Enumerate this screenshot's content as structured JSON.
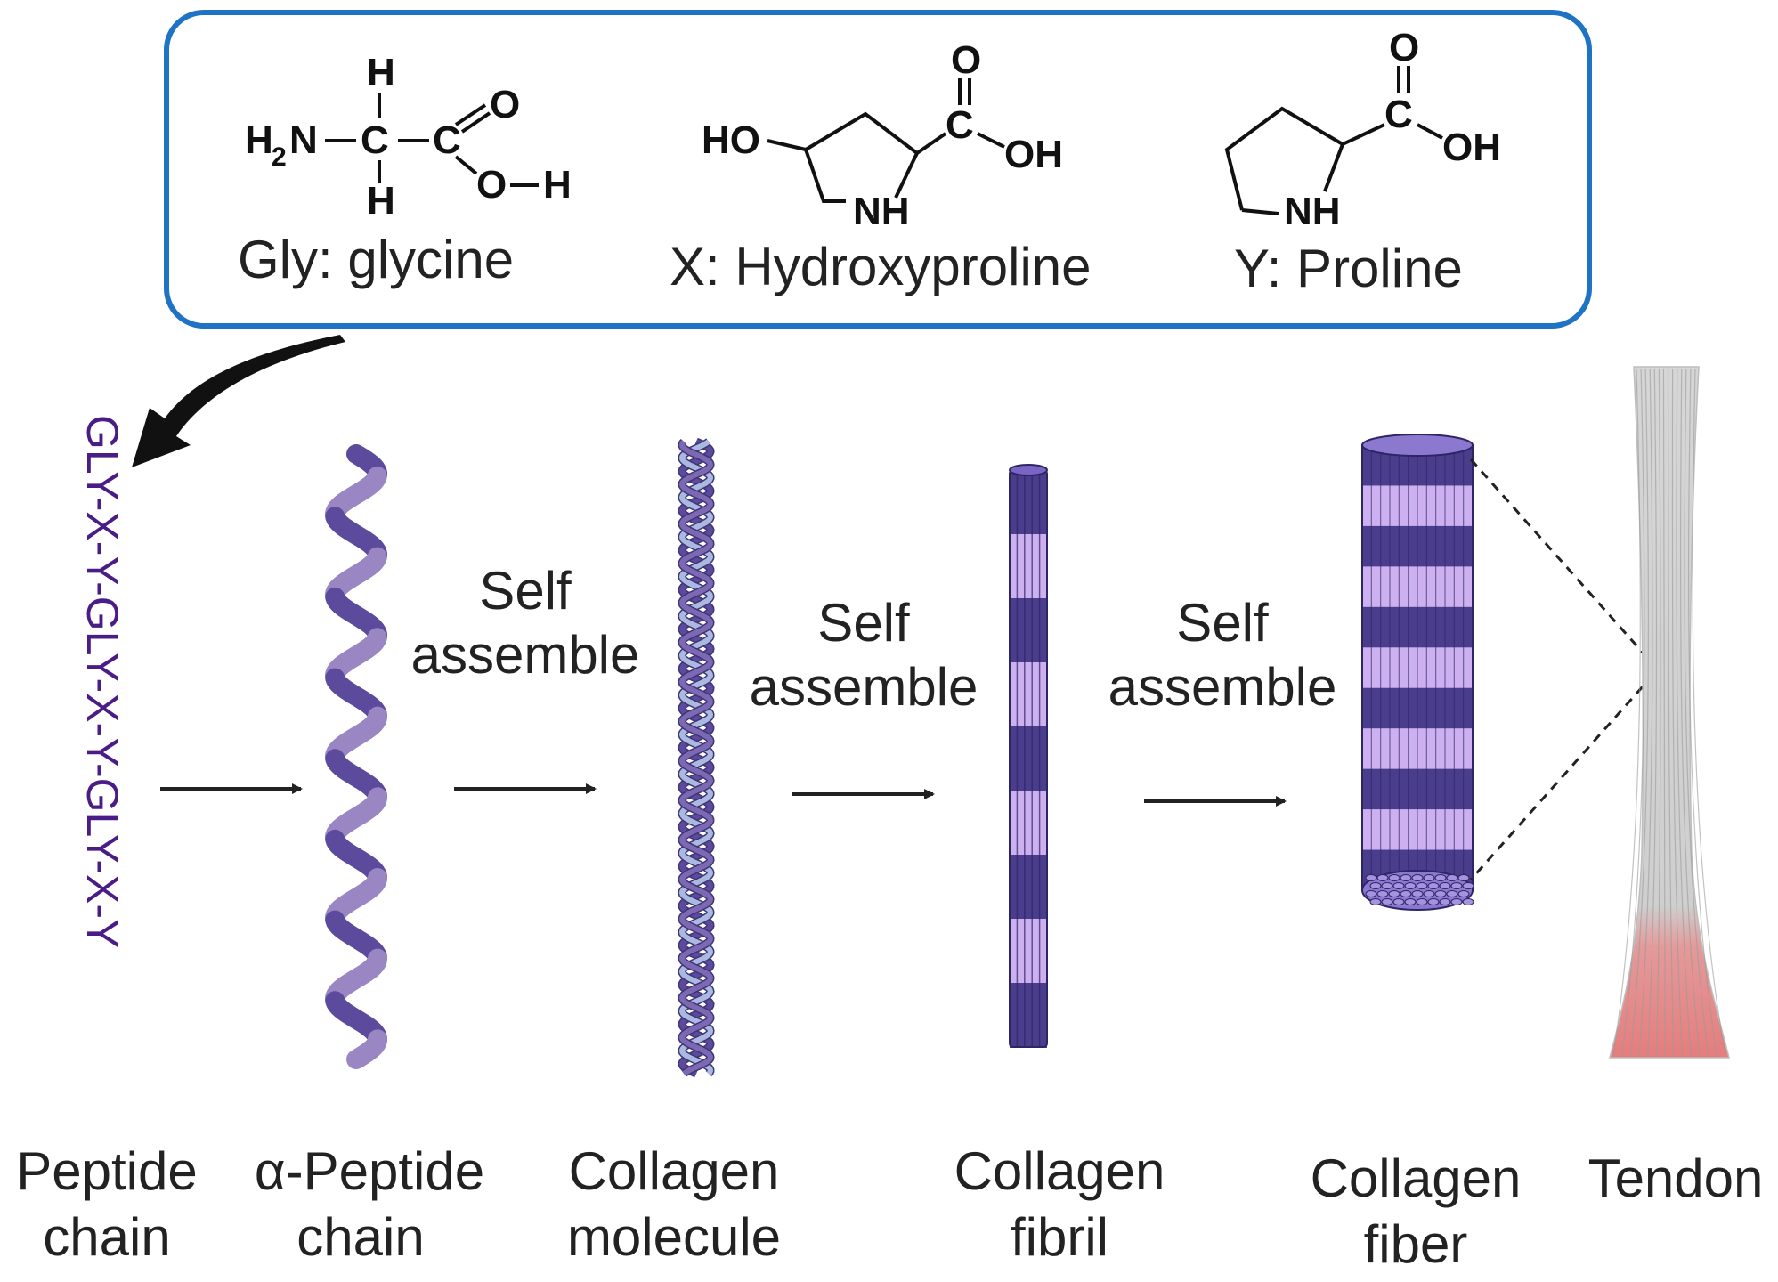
{
  "amino_acids": {
    "glycine": {
      "name": "Gly: glycine",
      "atoms": {
        "h_top": "H",
        "h_bottom": "H",
        "n": "N",
        "c1": "C",
        "c2": "C",
        "o_double": "O",
        "o_single": "O",
        "h_acid": "H",
        "h2": "H",
        "two": "2"
      }
    },
    "hydroxyproline": {
      "name": "X: Hydroxyproline",
      "atoms": {
        "ho": "HO",
        "nh": "NH",
        "c": "C",
        "o": "O",
        "oh": "OH"
      }
    },
    "proline": {
      "name": "Y: Proline",
      "atoms": {
        "nh": "NH",
        "c": "C",
        "o": "O",
        "oh": "OH"
      }
    }
  },
  "sequence": "GLY-X-Y-GLY-X-Y-GLY-X-Y",
  "self_assemble": [
    "Self",
    "assemble"
  ],
  "stages": [
    {
      "line1": "Peptide",
      "line2": "chain"
    },
    {
      "line1": "α-Peptide",
      "line2": "chain"
    },
    {
      "line1": "Collagen",
      "line2": "molecule"
    },
    {
      "line1": "Collagen",
      "line2": "fibril"
    },
    {
      "line1": "Collagen",
      "line2": "fiber"
    },
    {
      "line1": "Tendon",
      "line2": ""
    }
  ],
  "colors": {
    "box_border": "#1f73c4",
    "helix_light": "#9a86c2",
    "helix_dark": "#5c4a9c",
    "fibril_dark": "#4a3d8c",
    "fibril_light": "#cdb0ef",
    "tendon_gray": "#c8c8c8",
    "tendon_red": "#e88a8a",
    "sequence_text": "#4a1c86"
  }
}
